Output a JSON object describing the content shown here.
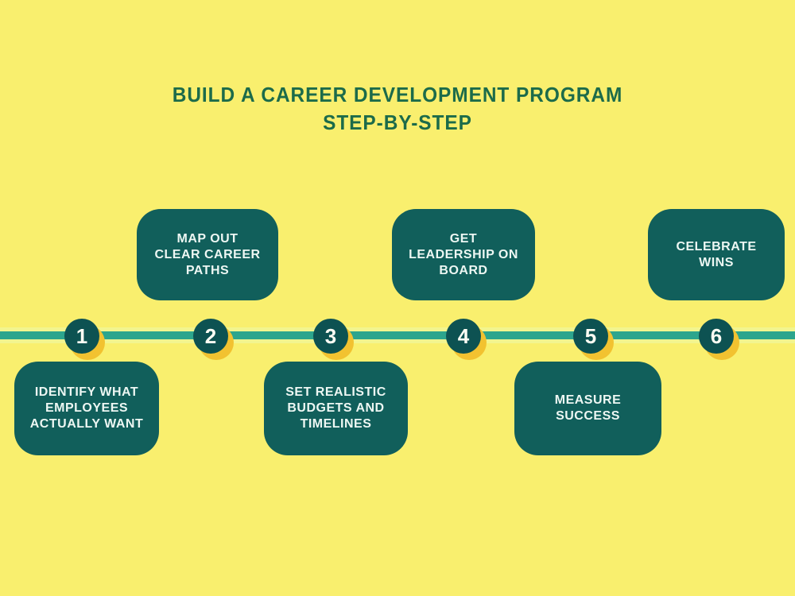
{
  "title": {
    "line1": "BUILD A CAREER DEVELOPMENT PROGRAM",
    "line2": "STEP-BY-STEP"
  },
  "timeline": {
    "step_count": 6,
    "orientation": "horizontal"
  },
  "steps": [
    {
      "number": "1",
      "label": "IDENTIFY WHAT\nEMPLOYEES\nACTUALLY WANT",
      "position": "below"
    },
    {
      "number": "2",
      "label": "MAP OUT\nCLEAR CAREER\nPATHS",
      "position": "above"
    },
    {
      "number": "3",
      "label": "SET REALISTIC\nBUDGETS AND\nTIMELINES",
      "position": "below"
    },
    {
      "number": "4",
      "label": "GET\nLEADERSHIP ON\nBOARD",
      "position": "above"
    },
    {
      "number": "5",
      "label": "MEASURE\nSUCCESS",
      "position": "below"
    },
    {
      "number": "6",
      "label": "CELEBRATE\nWINS",
      "position": "above"
    }
  ],
  "colors": {
    "background_yellow": "#F9EF6E",
    "box_teal": "#115F5B",
    "circle_teal": "#0D5252",
    "timeline_teal": "#2CA58D",
    "timeline_halo": "#F2F58F",
    "gold_shadow": "#F2C230",
    "title_green": "#1C6B4A",
    "box_text": "#EDF7F3"
  }
}
